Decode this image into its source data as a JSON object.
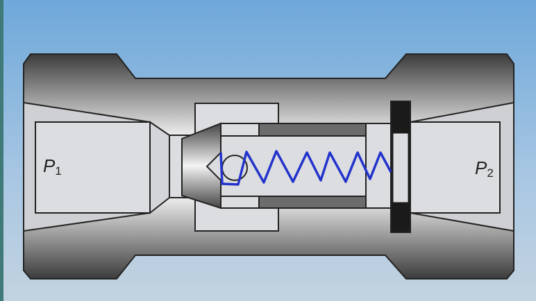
{
  "labels": {
    "inlet": "P",
    "inlet_sub": "1",
    "outlet": "P",
    "outlet_sub": "2"
  },
  "colors": {
    "spring": "#2233cc",
    "background_top": "#6ea8da",
    "body_edge": "#3a3a3a",
    "bore": "#dcdde0"
  }
}
